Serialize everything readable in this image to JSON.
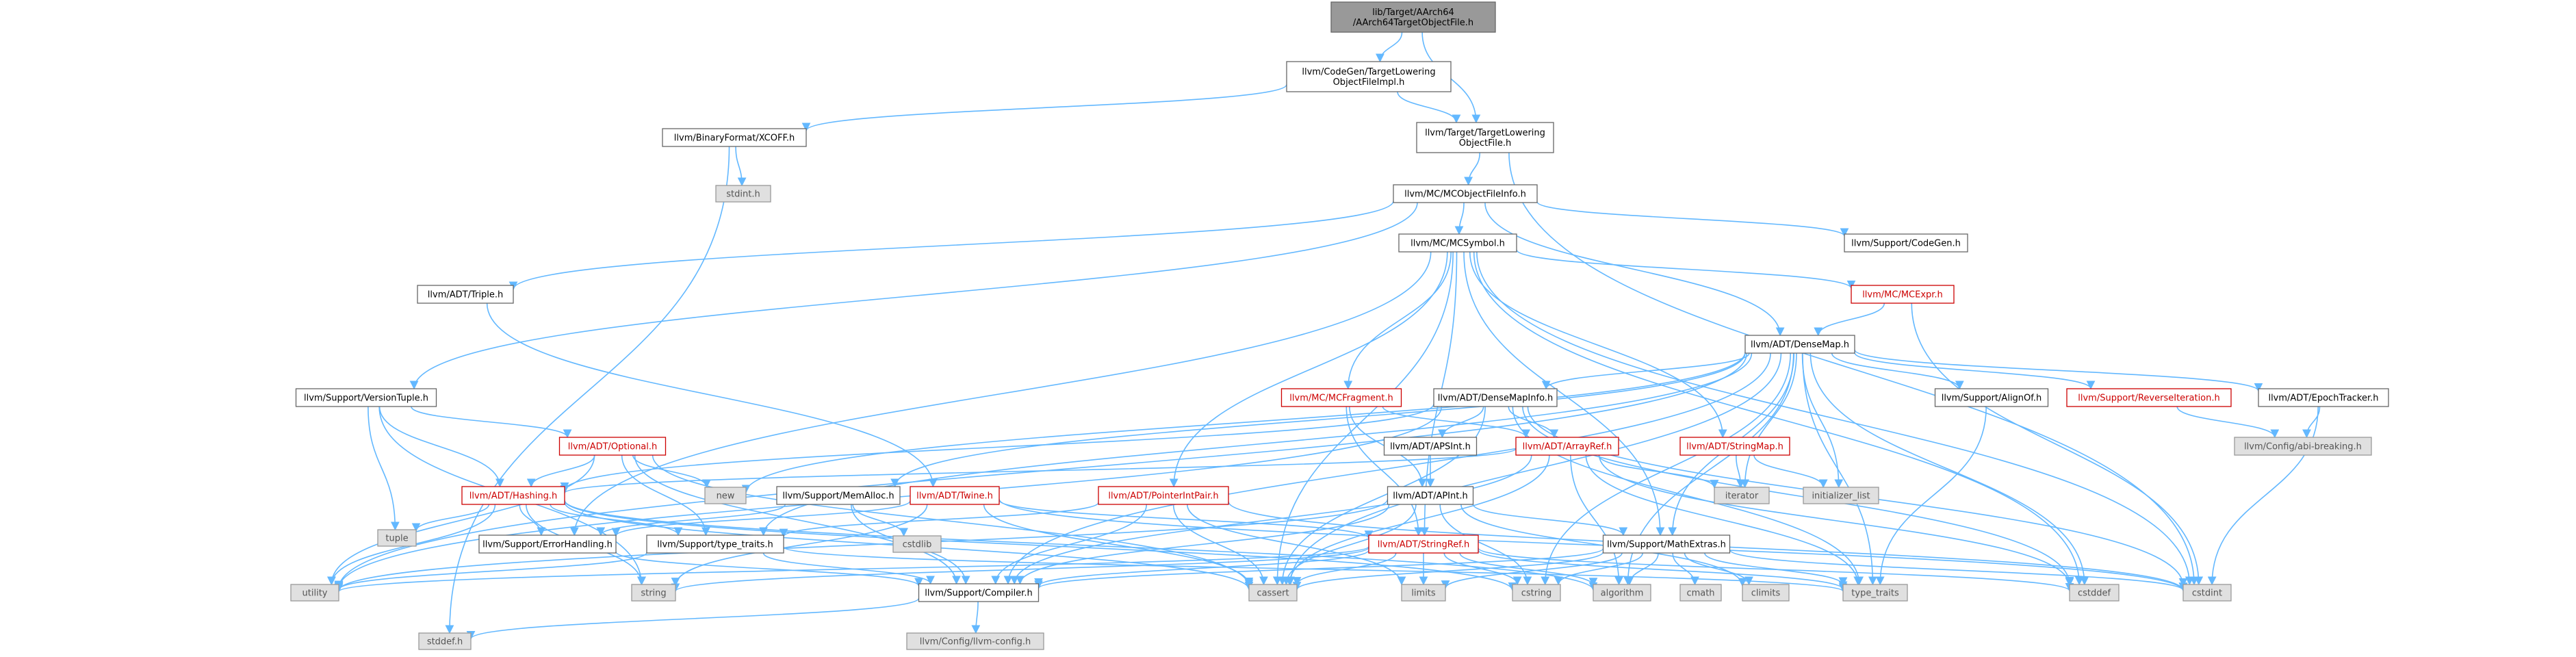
{
  "title": "lib/Target/AArch64/AArch64TargetObjectFile.h",
  "colors": {
    "edge": "#63b8ff",
    "root_fill": "#999999",
    "normal_fill": "#ffffff",
    "normal_stroke": "#666666",
    "red_stroke": "#cc0000",
    "red_text": "#cc0000",
    "system_fill": "#e0e0e0",
    "system_stroke": "#999999"
  },
  "nodes": [
    {
      "id": "root",
      "label": [
        "lib/Target/AArch64",
        "/AArch64TargetObjectFile.h"
      ],
      "style": "root"
    },
    {
      "id": "tlofimpl",
      "label": [
        "llvm/CodeGen/TargetLowering",
        "ObjectFileImpl.h"
      ],
      "style": "normal"
    },
    {
      "id": "xcoff",
      "label": [
        "llvm/BinaryFormat/XCOFF.h"
      ],
      "style": "normal"
    },
    {
      "id": "tlof",
      "label": [
        "llvm/Target/TargetLowering",
        "ObjectFile.h"
      ],
      "style": "normal"
    },
    {
      "id": "stdint_h",
      "label": [
        "stdint.h"
      ],
      "style": "system"
    },
    {
      "id": "mcofi",
      "label": [
        "llvm/MC/MCObjectFileInfo.h"
      ],
      "style": "normal"
    },
    {
      "id": "codegen",
      "label": [
        "llvm/Support/CodeGen.h"
      ],
      "style": "normal"
    },
    {
      "id": "mcsymbol",
      "label": [
        "llvm/MC/MCSymbol.h"
      ],
      "style": "normal"
    },
    {
      "id": "triple",
      "label": [
        "llvm/ADT/Triple.h"
      ],
      "style": "normal"
    },
    {
      "id": "mcexpr",
      "label": [
        "llvm/MC/MCExpr.h"
      ],
      "style": "red"
    },
    {
      "id": "densemap",
      "label": [
        "llvm/ADT/DenseMap.h"
      ],
      "style": "normal"
    },
    {
      "id": "versiontuple",
      "label": [
        "llvm/Support/VersionTuple.h"
      ],
      "style": "normal"
    },
    {
      "id": "mcfragment",
      "label": [
        "llvm/MC/MCFragment.h"
      ],
      "style": "red"
    },
    {
      "id": "densemapinfo",
      "label": [
        "llvm/ADT/DenseMapInfo.h"
      ],
      "style": "normal"
    },
    {
      "id": "alignof",
      "label": [
        "llvm/Support/AlignOf.h"
      ],
      "style": "normal"
    },
    {
      "id": "reverseiter",
      "label": [
        "llvm/Support/ReverseIteration.h"
      ],
      "style": "red"
    },
    {
      "id": "epochtracker",
      "label": [
        "llvm/ADT/EpochTracker.h"
      ],
      "style": "normal"
    },
    {
      "id": "optional",
      "label": [
        "llvm/ADT/Optional.h"
      ],
      "style": "red"
    },
    {
      "id": "apsint",
      "label": [
        "llvm/ADT/APSInt.h"
      ],
      "style": "normal"
    },
    {
      "id": "arrayref",
      "label": [
        "llvm/ADT/ArrayRef.h"
      ],
      "style": "red"
    },
    {
      "id": "stringmap",
      "label": [
        "llvm/ADT/StringMap.h"
      ],
      "style": "red"
    },
    {
      "id": "abibreaking",
      "label": [
        "llvm/Config/abi-breaking.h"
      ],
      "style": "system"
    },
    {
      "id": "hashing",
      "label": [
        "llvm/ADT/Hashing.h"
      ],
      "style": "red"
    },
    {
      "id": "new",
      "label": [
        "new"
      ],
      "style": "system"
    },
    {
      "id": "memalloc",
      "label": [
        "llvm/Support/MemAlloc.h"
      ],
      "style": "normal"
    },
    {
      "id": "twine",
      "label": [
        "llvm/ADT/Twine.h"
      ],
      "style": "red"
    },
    {
      "id": "pointerintpair",
      "label": [
        "llvm/ADT/PointerIntPair.h"
      ],
      "style": "red"
    },
    {
      "id": "apint",
      "label": [
        "llvm/ADT/APInt.h"
      ],
      "style": "normal"
    },
    {
      "id": "iterator",
      "label": [
        "iterator"
      ],
      "style": "system"
    },
    {
      "id": "initlist",
      "label": [
        "initializer_list"
      ],
      "style": "system"
    },
    {
      "id": "tuple",
      "label": [
        "tuple"
      ],
      "style": "system"
    },
    {
      "id": "errorhandling",
      "label": [
        "llvm/Support/ErrorHandling.h"
      ],
      "style": "normal"
    },
    {
      "id": "cstdlib",
      "label": [
        "cstdlib"
      ],
      "style": "system"
    },
    {
      "id": "typetraits_h",
      "label": [
        "llvm/Support/type_traits.h"
      ],
      "style": "normal"
    },
    {
      "id": "stringref",
      "label": [
        "llvm/ADT/StringRef.h"
      ],
      "style": "red"
    },
    {
      "id": "mathextras",
      "label": [
        "llvm/Support/MathExtras.h"
      ],
      "style": "normal"
    },
    {
      "id": "utility",
      "label": [
        "utility"
      ],
      "style": "system"
    },
    {
      "id": "string",
      "label": [
        "string"
      ],
      "style": "system"
    },
    {
      "id": "compiler",
      "label": [
        "llvm/Support/Compiler.h"
      ],
      "style": "normal"
    },
    {
      "id": "cassert",
      "label": [
        "cassert"
      ],
      "style": "system"
    },
    {
      "id": "limits",
      "label": [
        "limits"
      ],
      "style": "system"
    },
    {
      "id": "cstring",
      "label": [
        "cstring"
      ],
      "style": "system"
    },
    {
      "id": "algorithm",
      "label": [
        "algorithm"
      ],
      "style": "system"
    },
    {
      "id": "cmath",
      "label": [
        "cmath"
      ],
      "style": "system"
    },
    {
      "id": "climits",
      "label": [
        "climits"
      ],
      "style": "system"
    },
    {
      "id": "type_traits",
      "label": [
        "type_traits"
      ],
      "style": "system"
    },
    {
      "id": "cstddef",
      "label": [
        "cstddef"
      ],
      "style": "system"
    },
    {
      "id": "cstdint",
      "label": [
        "cstdint"
      ],
      "style": "system"
    },
    {
      "id": "stddef_h",
      "label": [
        "stddef.h"
      ],
      "style": "system"
    },
    {
      "id": "llvmconfig",
      "label": [
        "llvm/Config/llvm-config.h"
      ],
      "style": "system"
    }
  ],
  "edges": [
    [
      "root",
      "tlofimpl"
    ],
    [
      "root",
      "tlof"
    ],
    [
      "tlofimpl",
      "xcoff"
    ],
    [
      "tlofimpl",
      "tlof"
    ],
    [
      "xcoff",
      "stdint_h"
    ],
    [
      "xcoff",
      "stddef_h"
    ],
    [
      "tlof",
      "mcofi"
    ],
    [
      "tlof",
      "cstdint"
    ],
    [
      "mcofi",
      "codegen"
    ],
    [
      "mcofi",
      "mcsymbol"
    ],
    [
      "mcofi",
      "triple"
    ],
    [
      "mcofi",
      "densemap"
    ],
    [
      "mcofi",
      "versiontuple"
    ],
    [
      "mcsymbol",
      "mcexpr"
    ],
    [
      "mcsymbol",
      "mcfragment"
    ],
    [
      "mcsymbol",
      "stringmap"
    ],
    [
      "mcsymbol",
      "pointerintpair"
    ],
    [
      "mcsymbol",
      "stringref"
    ],
    [
      "mcsymbol",
      "errorhandling"
    ],
    [
      "mcsymbol",
      "mathextras"
    ],
    [
      "mcsymbol",
      "cassert"
    ],
    [
      "mcsymbol",
      "cstddef"
    ],
    [
      "mcsymbol",
      "cstdint"
    ],
    [
      "triple",
      "twine"
    ],
    [
      "mcexpr",
      "densemap"
    ],
    [
      "mcexpr",
      "cstdint"
    ],
    [
      "densemap",
      "densemapinfo"
    ],
    [
      "densemap",
      "epochtracker"
    ],
    [
      "densemap",
      "alignof"
    ],
    [
      "densemap",
      "compiler"
    ],
    [
      "densemap",
      "mathextras"
    ],
    [
      "densemap",
      "memalloc"
    ],
    [
      "densemap",
      "reverseiter"
    ],
    [
      "densemap",
      "typetraits_h"
    ],
    [
      "densemap",
      "algorithm"
    ],
    [
      "densemap",
      "cassert"
    ],
    [
      "densemap",
      "cstddef"
    ],
    [
      "densemap",
      "cstring"
    ],
    [
      "densemap",
      "initlist"
    ],
    [
      "densemap",
      "iterator"
    ],
    [
      "densemap",
      "new"
    ],
    [
      "densemap",
      "type_traits"
    ],
    [
      "densemap",
      "utility"
    ],
    [
      "versiontuple",
      "optional"
    ],
    [
      "versiontuple",
      "hashing"
    ],
    [
      "versiontuple",
      "string"
    ],
    [
      "versiontuple",
      "tuple"
    ],
    [
      "mcfragment",
      "arrayref"
    ],
    [
      "mcfragment",
      "stringref"
    ],
    [
      "mcfragment",
      "apint"
    ],
    [
      "densemapinfo",
      "apsint"
    ],
    [
      "densemapinfo",
      "arrayref"
    ],
    [
      "densemapinfo",
      "hashing"
    ],
    [
      "densemapinfo",
      "cassert"
    ],
    [
      "densemapinfo",
      "cstddef"
    ],
    [
      "densemapinfo",
      "cstdint"
    ],
    [
      "densemapinfo",
      "type_traits"
    ],
    [
      "densemapinfo",
      "utility"
    ],
    [
      "alignof",
      "type_traits"
    ],
    [
      "reverseiter",
      "abibreaking"
    ],
    [
      "epochtracker",
      "abibreaking"
    ],
    [
      "epochtracker",
      "cstdint"
    ],
    [
      "optional",
      "hashing"
    ],
    [
      "optional",
      "compiler"
    ],
    [
      "optional",
      "typetraits_h"
    ],
    [
      "optional",
      "cassert"
    ],
    [
      "optional",
      "new"
    ],
    [
      "optional",
      "utility"
    ],
    [
      "apsint",
      "apint"
    ],
    [
      "arrayref",
      "hashing"
    ],
    [
      "arrayref",
      "compiler"
    ],
    [
      "arrayref",
      "algorithm"
    ],
    [
      "arrayref",
      "cassert"
    ],
    [
      "arrayref",
      "cstddef"
    ],
    [
      "arrayref",
      "initializer_list_dummy"
    ],
    [
      "arrayref",
      "iterator"
    ],
    [
      "arrayref",
      "type_traits"
    ],
    [
      "stringmap",
      "iterator"
    ],
    [
      "stringmap",
      "initlist"
    ],
    [
      "hashing",
      "errorhandling"
    ],
    [
      "hashing",
      "typetraits_h"
    ],
    [
      "hashing",
      "algorithm"
    ],
    [
      "hashing",
      "cassert"
    ],
    [
      "hashing",
      "cstring"
    ],
    [
      "hashing",
      "string"
    ],
    [
      "hashing",
      "tuple"
    ],
    [
      "hashing",
      "utility"
    ],
    [
      "memalloc",
      "compiler"
    ],
    [
      "memalloc",
      "errorhandling"
    ],
    [
      "memalloc",
      "cstdlib"
    ],
    [
      "twine",
      "stringref"
    ],
    [
      "twine",
      "errorhandling"
    ],
    [
      "twine",
      "cassert"
    ],
    [
      "twine",
      "cstdint"
    ],
    [
      "twine",
      "string"
    ],
    [
      "pointerintpair",
      "compiler"
    ],
    [
      "pointerintpair",
      "typetraits_h"
    ],
    [
      "pointerintpair",
      "cassert"
    ],
    [
      "pointerintpair",
      "cstdint"
    ],
    [
      "pointerintpair",
      "limits"
    ],
    [
      "apint",
      "compiler"
    ],
    [
      "apint",
      "mathextras"
    ],
    [
      "apint",
      "cassert"
    ],
    [
      "apint",
      "climits"
    ],
    [
      "apint",
      "cstring"
    ],
    [
      "apint",
      "utility"
    ],
    [
      "errorhandling",
      "compiler"
    ],
    [
      "typetraits_h",
      "compiler"
    ],
    [
      "typetraits_h",
      "type_traits"
    ],
    [
      "typetraits_h",
      "utility"
    ],
    [
      "stringref",
      "compiler"
    ],
    [
      "stringref",
      "algorithm"
    ],
    [
      "stringref",
      "cassert"
    ],
    [
      "stringref",
      "cstddef"
    ],
    [
      "stringref",
      "cstring"
    ],
    [
      "stringref",
      "limits"
    ],
    [
      "stringref",
      "string"
    ],
    [
      "stringref",
      "type_traits"
    ],
    [
      "stringref",
      "utility"
    ],
    [
      "mathextras",
      "compiler"
    ],
    [
      "mathextras",
      "algorithm"
    ],
    [
      "mathextras",
      "cassert"
    ],
    [
      "mathextras",
      "climits"
    ],
    [
      "mathextras",
      "cmath"
    ],
    [
      "mathextras",
      "cstdint"
    ],
    [
      "mathextras",
      "cstring"
    ],
    [
      "mathextras",
      "limits"
    ],
    [
      "mathextras",
      "type_traits"
    ],
    [
      "compiler",
      "llvmconfig"
    ],
    [
      "compiler",
      "stddef_h"
    ]
  ]
}
